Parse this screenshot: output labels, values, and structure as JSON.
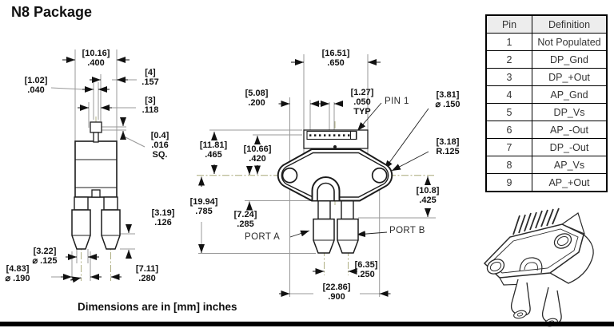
{
  "title": "N8 Package",
  "footer_note": "Dimensions are in [mm] inches",
  "pin_table": {
    "headers": [
      "Pin",
      "Definition"
    ],
    "rows": [
      [
        "1",
        "Not Populated"
      ],
      [
        "2",
        "DP_Gnd"
      ],
      [
        "3",
        "DP_+Out"
      ],
      [
        "4",
        "AP_Gnd"
      ],
      [
        "5",
        "DP_Vs"
      ],
      [
        "6",
        "AP_-Out"
      ],
      [
        "7",
        "DP_-Out"
      ],
      [
        "8",
        "AP_Vs"
      ],
      [
        "9",
        "AP_+Out"
      ]
    ]
  },
  "side_view": {
    "dims": {
      "w1016": {
        "mm": "[10.16]",
        "inch": ".400"
      },
      "w102": {
        "mm": "[1.02]",
        "inch": ".040"
      },
      "w4": {
        "mm": "[4]",
        "inch": ".157"
      },
      "w3": {
        "mm": "[3]",
        "inch": ".118"
      },
      "sq04": {
        "mm": "[0.4]",
        "inch": ".016",
        "note": "SQ."
      },
      "h319": {
        "mm": "[3.19]",
        "inch": ".126"
      },
      "d322": {
        "mm": "[3.22]",
        "inch": "⌀ .125"
      },
      "d483": {
        "mm": "[4.83]",
        "inch": "⌀ .190"
      },
      "w711": {
        "mm": "[7.11]",
        "inch": ".280"
      }
    }
  },
  "front_view": {
    "dims": {
      "w1651": {
        "mm": "[16.51]",
        "inch": ".650"
      },
      "w508": {
        "mm": "[5.08]",
        "inch": ".200"
      },
      "p127": {
        "mm": "[1.27]",
        "inch": ".050",
        "note": "TYP"
      },
      "d381": {
        "mm": "[3.81]",
        "inch": "⌀ .150"
      },
      "r318": {
        "mm": "[3.18]",
        "inch": "R.125"
      },
      "h1181": {
        "mm": "[11.81]",
        "inch": ".465"
      },
      "h1066": {
        "mm": "[10.66]",
        "inch": ".420"
      },
      "h1994": {
        "mm": "[19.94]",
        "inch": ".785"
      },
      "h724": {
        "mm": "[7.24]",
        "inch": ".285"
      },
      "h108": {
        "mm": "[10.8]",
        "inch": ".425"
      },
      "w635": {
        "mm": "[6.35]",
        "inch": ".250"
      },
      "w2286": {
        "mm": "[22.86]",
        "inch": ".900"
      }
    },
    "labels": {
      "pin1": "PIN 1",
      "port_a": "PORT A",
      "port_b": "PORT B"
    }
  },
  "colors": {
    "line": "#1c1c1c",
    "dim_line": "#999999",
    "centerline": "#a8a878",
    "table_header_bg": "#ededed"
  }
}
